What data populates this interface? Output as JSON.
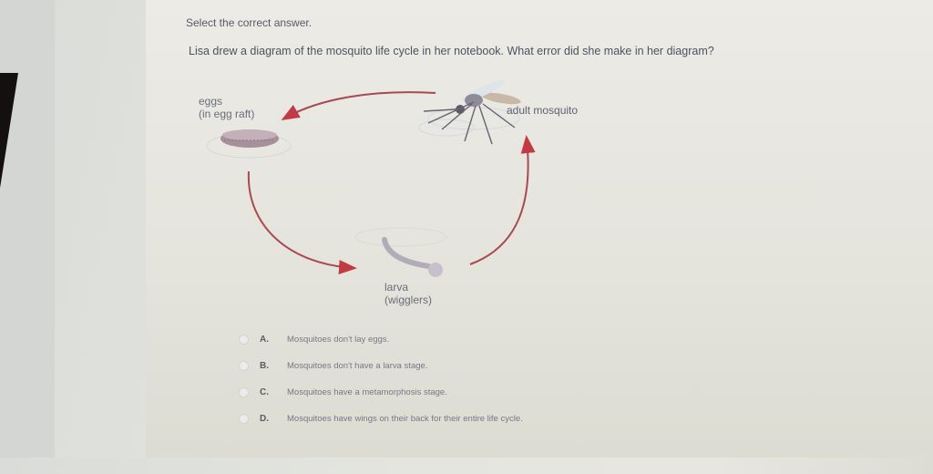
{
  "instruction": "Select the correct answer.",
  "question": "Lisa drew a diagram of the mosquito life cycle in her notebook. What error did she make in her diagram?",
  "diagram": {
    "stages": [
      {
        "label_line1": "eggs",
        "label_line2": "(in egg raft)"
      },
      {
        "label_line1": "adult mosquito",
        "label_line2": ""
      },
      {
        "label_line1": "larva",
        "label_line2": "(wigglers)"
      }
    ],
    "arrow_color": "#b0444a"
  },
  "options": [
    {
      "letter": "A.",
      "text": "Mosquitoes don't lay eggs."
    },
    {
      "letter": "B.",
      "text": "Mosquitoes don't have a larva stage."
    },
    {
      "letter": "C.",
      "text": "Mosquitoes have a metamorphosis stage."
    },
    {
      "letter": "D.",
      "text": "Mosquitoes have wings on their back for their entire life cycle."
    }
  ]
}
